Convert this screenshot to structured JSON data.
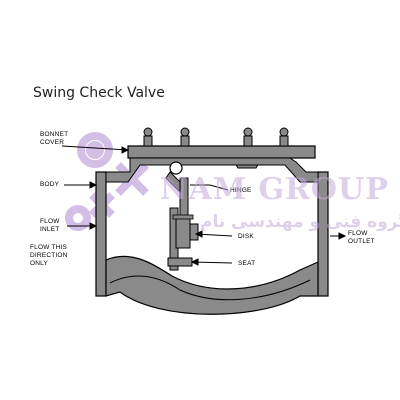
{
  "title": "Swing Check Valve",
  "labels": {
    "bonnet_cover": [
      "BONNET",
      "COVER"
    ],
    "body": "BODY",
    "hinge": "HINGE",
    "flow_inlet": [
      "FLOW",
      "INLET"
    ],
    "flow_direction": [
      "FLOW THIS",
      "DIRECTION",
      "ONLY"
    ],
    "disk": "DISK",
    "seat": "SEAT",
    "flow_outlet": [
      "FLOW",
      "OUTLET"
    ]
  },
  "watermark": {
    "brand": "NAM GROUP",
    "tagline": "گروه فنی و مهندسی نام",
    "logo": "gear-cross-logo"
  },
  "colors": {
    "valve_fill": "#8a8a8a",
    "line": "#000000",
    "watermark": "#b896cf"
  }
}
